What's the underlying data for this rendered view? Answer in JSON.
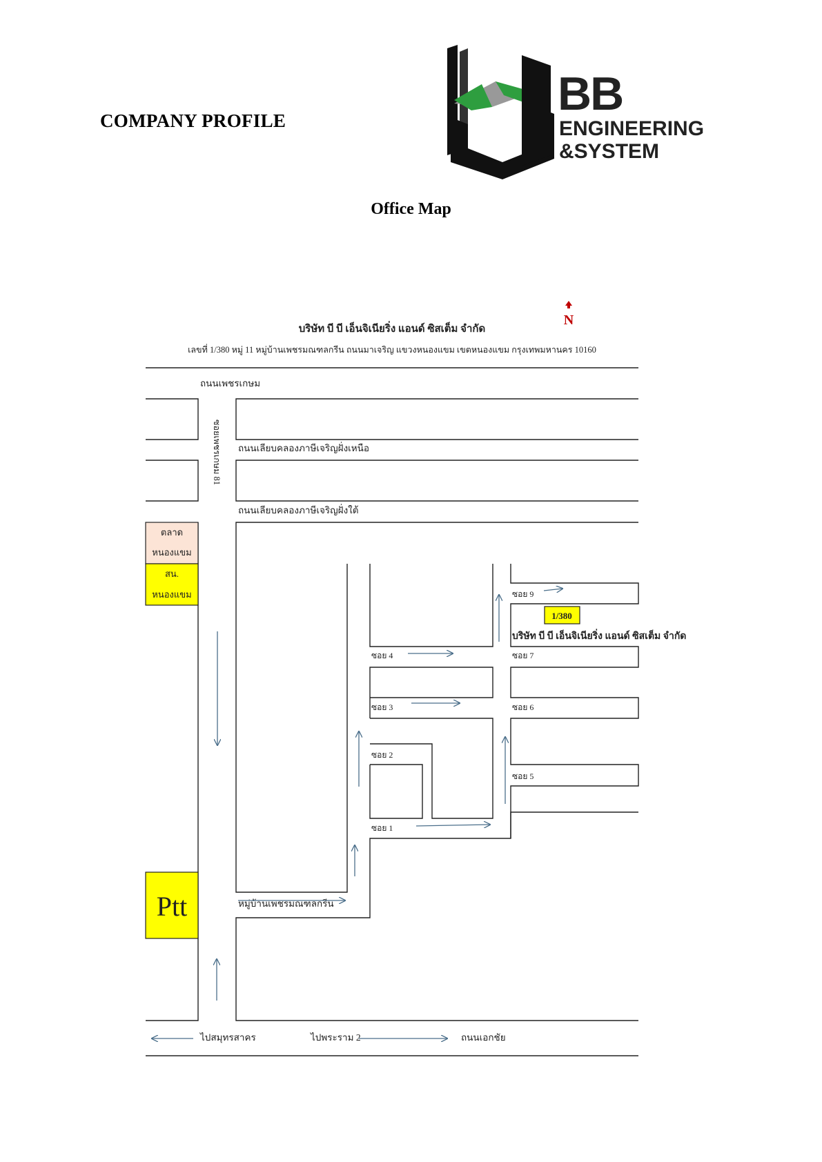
{
  "header": {
    "company_profile": "COMPANY PROFILE",
    "logo": {
      "line1": "BB",
      "line2": "ENGINEERING",
      "line3": "&SYSTEM",
      "accent": "#2e9e3f"
    }
  },
  "page_title": "Office Map",
  "map": {
    "company_name": "บริษัท บี บี เอ็นจิเนียริ่ง แอนด์ ซิสเต็ม จำกัด",
    "address": "เลขที่ 1/380 หมู่ 11  หมู่บ้านเพชรมณฑลกรีน ถนนมาเจริญ แขวงหนองแขม เขตหนองแขม กรุงเทพมหานคร 10160",
    "north": "N",
    "roads": {
      "phetkasem": "ถนนเพชรเกษม",
      "soi_phetkasem_81": "ซอยเพชรเกษม 81",
      "canal_north": "ถนนเลียบคลองภาษีเจริญฝั่งเหนือ",
      "canal_south": "ถนนเลียบคลองภาษีเจริญฝั่งใต้",
      "village": "หมู่บ้านเพชรมณฑลกรีน",
      "to_samut_sakhon": "ไปสมุทรสาคร",
      "to_rama2": "ไปพระราม 2",
      "ekkachai": "ถนนเอกชัย"
    },
    "landmarks": {
      "market_line1": "ตลาด",
      "market_line2": "หนองแขม",
      "police_line1": "สน.",
      "police_line2": "หนองแขม",
      "ptt": "Ptt",
      "office_number": "1/380",
      "office_name": "บริษัท บี บี เอ็นจิเนียริ่ง แอนด์ ซิสเต็ม จำกัด"
    },
    "sois": {
      "soi1": "ซอย 1",
      "soi2": "ซอย 2",
      "soi3": "ซอย 3",
      "soi4": "ซอย 4",
      "soi5": "ซอย 5",
      "soi6": "ซอย 6",
      "soi7": "ซอย 7",
      "soi9": "ซอย 9"
    },
    "colors": {
      "yellow": "#ffff00",
      "market_fill": "#fce4d6",
      "arrow": "#4a6e8a",
      "north_red": "#c00000"
    }
  }
}
